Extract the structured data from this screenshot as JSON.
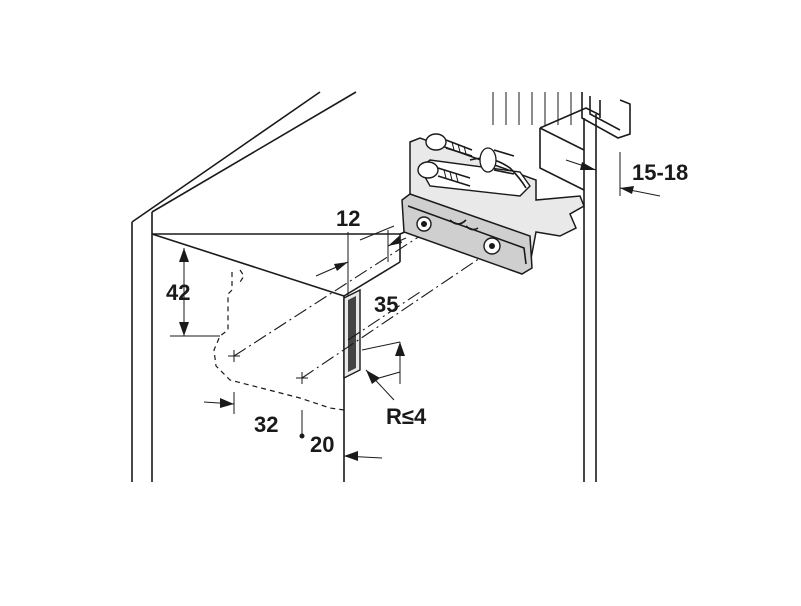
{
  "dimensions": {
    "face_frame_thickness": "15-18",
    "edge_offset": "12",
    "height": "42",
    "slot_height": "35",
    "radius": "R≤4",
    "bore_spacing": "32",
    "slot_depth": "20"
  },
  "colors": {
    "line": "#1a1a1a",
    "fill_light": "#e9e9e9",
    "fill_mid": "#cfcfcf",
    "slot_dark": "#444444"
  },
  "icons": [
    "face-frame-profile",
    "slide-clip-bracket"
  ]
}
